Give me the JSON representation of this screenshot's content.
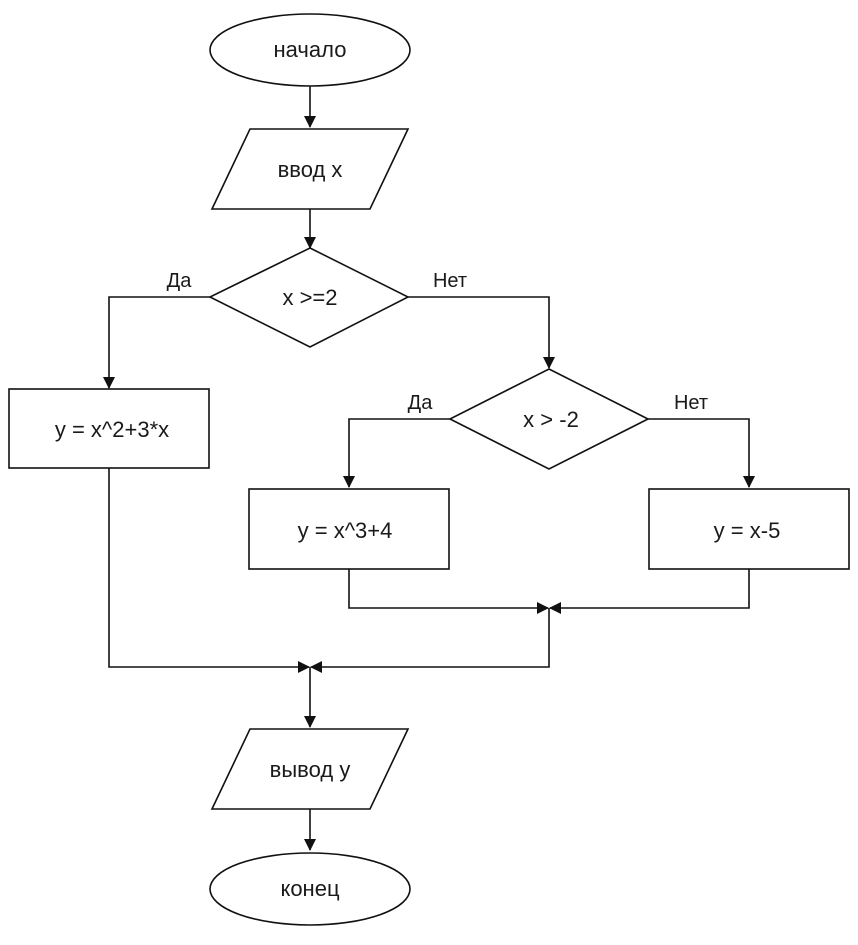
{
  "flowchart": {
    "start": "начало",
    "input": "ввод x",
    "decision1": "x >=2",
    "decision1_yes": "Да",
    "decision1_no": "Нет",
    "process1": "y = x^2+3*x",
    "decision2": "x > -2",
    "decision2_yes": "Да",
    "decision2_no": "Нет",
    "process2": "y = x^3+4",
    "process3": "y = x-5",
    "output": "вывод y",
    "end": "конец"
  },
  "colors": {
    "stroke": "#111111",
    "fill": "#ffffff",
    "text": "#1a1a1a"
  }
}
